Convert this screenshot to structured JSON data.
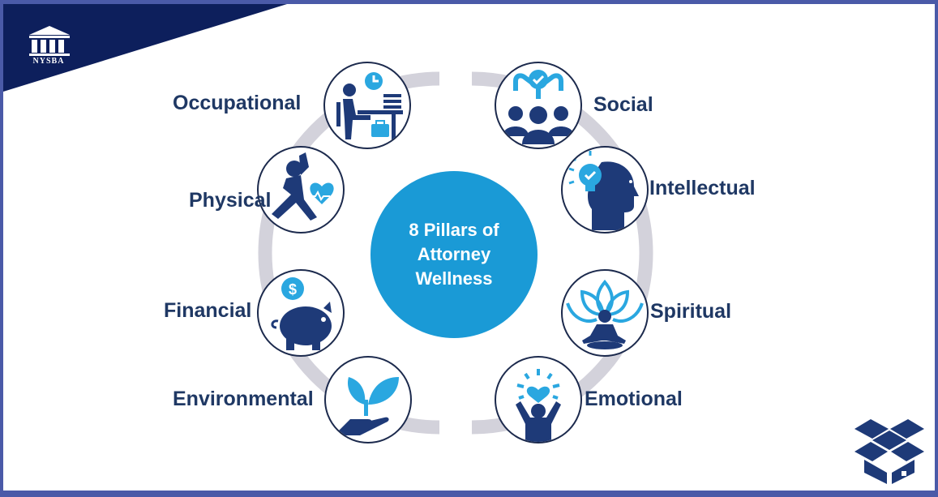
{
  "header": {
    "logo_text": "NYSBA",
    "logo_icon": "courthouse-icon",
    "banner_color": "#0d1f5c"
  },
  "center": {
    "title": "8 Pillars of Attorney Wellness",
    "color": "#1a9ad6"
  },
  "pillars": [
    {
      "label": "Occupational",
      "icon": "desk-worker-icon",
      "side": "left"
    },
    {
      "label": "Physical",
      "icon": "exercise-heart-icon",
      "side": "left"
    },
    {
      "label": "Financial",
      "icon": "piggy-bank-icon",
      "side": "left"
    },
    {
      "label": "Environmental",
      "icon": "hand-plant-icon",
      "side": "left"
    },
    {
      "label": "Social",
      "icon": "group-people-icon",
      "side": "right"
    },
    {
      "label": "Intellectual",
      "icon": "head-lightbulb-icon",
      "side": "right"
    },
    {
      "label": "Spiritual",
      "icon": "lotus-meditation-icon",
      "side": "right"
    },
    {
      "label": "Emotional",
      "icon": "person-heart-icon",
      "side": "right"
    }
  ],
  "colors": {
    "dark_navy": "#1f3864",
    "icon_navy": "#1e3a78",
    "accent_blue": "#2aa7e0",
    "ring_gray": "#d3d2db",
    "frame": "#4a5aa8"
  },
  "footer": {
    "icon": "open-box-icon"
  }
}
